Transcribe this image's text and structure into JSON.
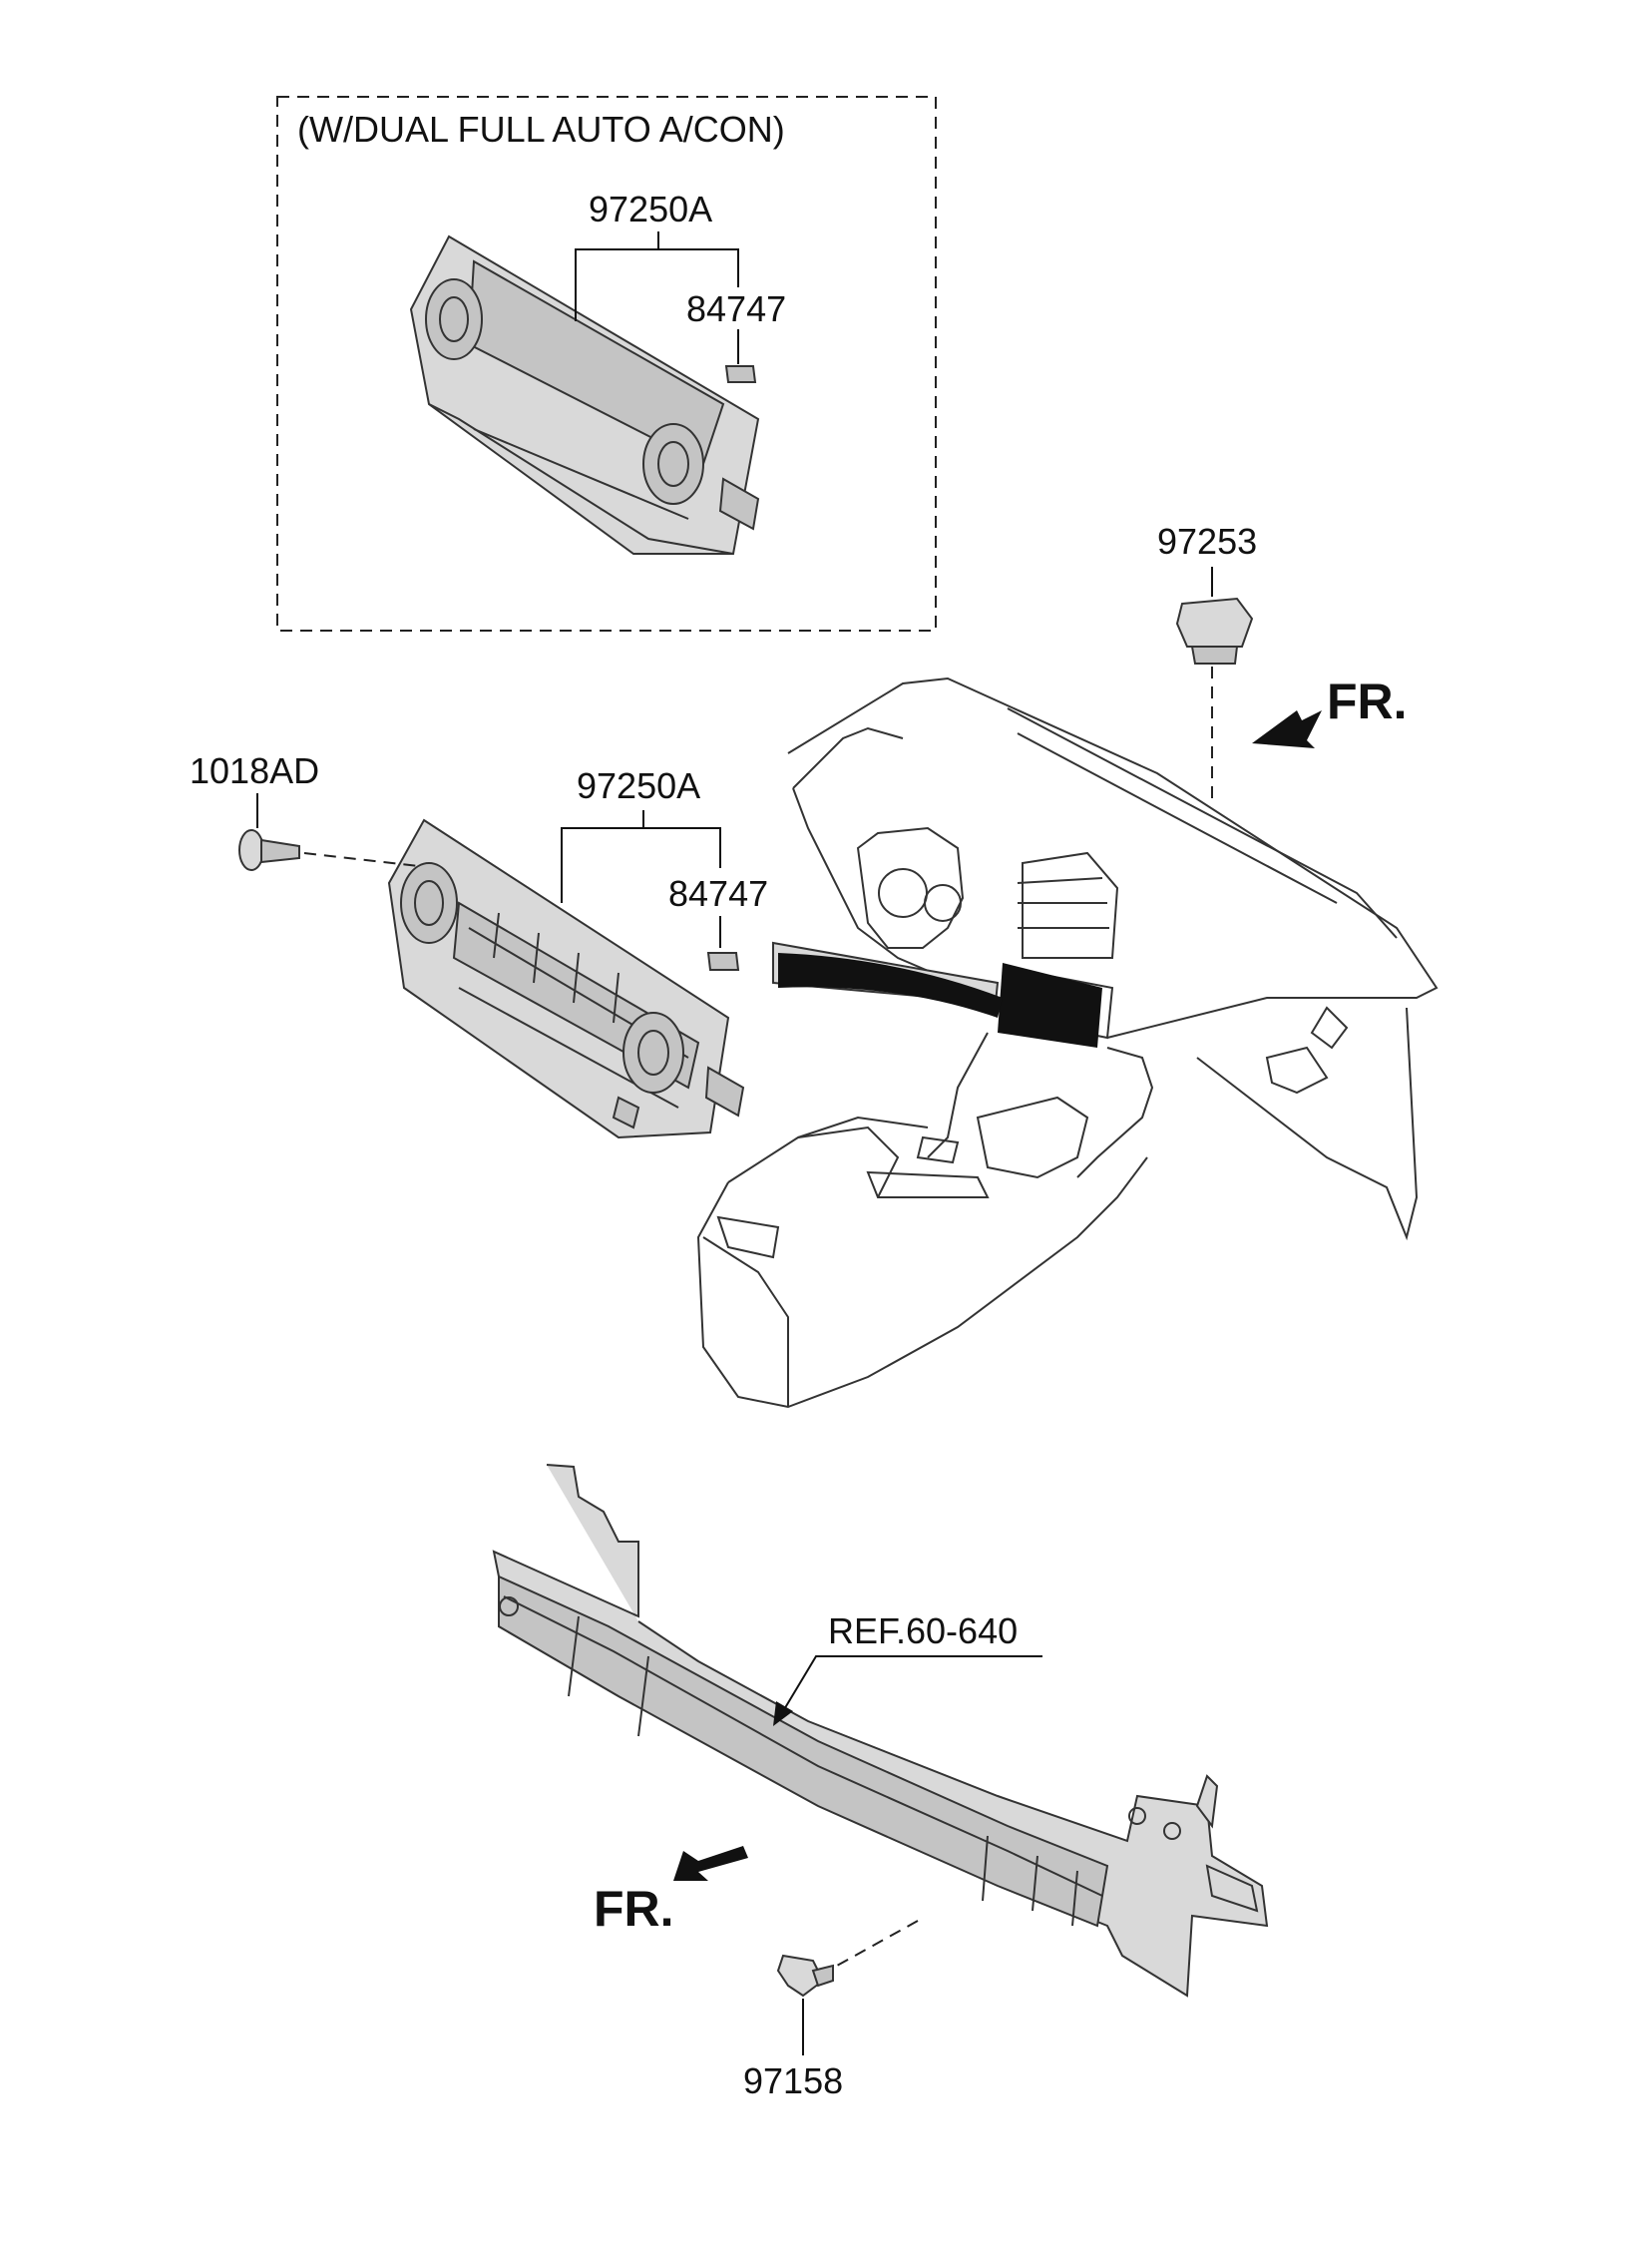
{
  "variant_caption": "(W/DUAL FULL AUTO A/CON)",
  "labels": {
    "panel_upper": "97250A",
    "sensor_upper": "84747",
    "panel_lower": "97250A",
    "sensor_lower": "84747",
    "screw": "1018AD",
    "sun_sensor": "97253",
    "reference": "REF.60-640",
    "bumper_sensor": "97158",
    "front_upper": "FR.",
    "front_lower": "FR."
  }
}
